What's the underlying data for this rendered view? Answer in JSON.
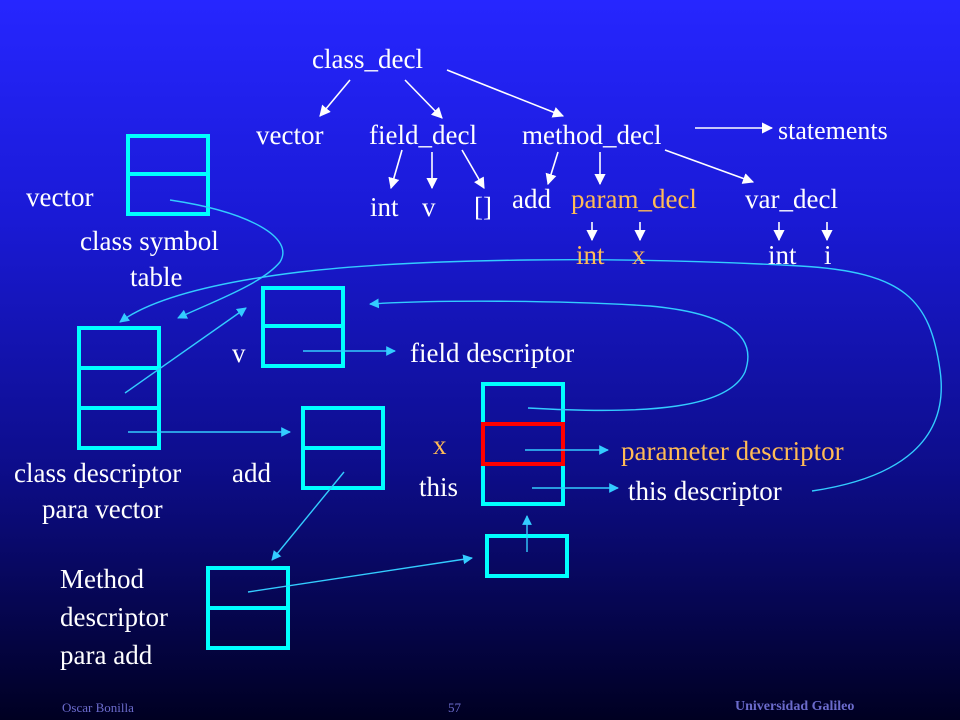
{
  "tree": {
    "class_decl": "class_decl",
    "vector": "vector",
    "field_decl": "field_decl",
    "method_decl": "method_decl",
    "statements": "statements",
    "field_int": "int",
    "field_v": "v",
    "field_brackets": "[]",
    "add": "add",
    "param_decl": "param_decl",
    "var_decl": "var_decl",
    "param_int": "int",
    "param_x": "x",
    "var_int": "int",
    "var_i": "i"
  },
  "labels": {
    "vector": "vector",
    "class_symbol_line1": "class symbol",
    "class_symbol_line2": "table",
    "v": "v",
    "field_descriptor": "field descriptor",
    "class_desc_line1": "class descriptor",
    "class_desc_line2": "para vector",
    "add": "add",
    "x": "x",
    "this": "this",
    "parameter_descriptor": "parameter descriptor",
    "this_descriptor": "this descriptor",
    "method_line1": "Method",
    "method_line2": "descriptor",
    "method_line3": "para add"
  },
  "footer": {
    "author": "Oscar Bonilla",
    "page": "57",
    "institution": "Universidad Galileo"
  },
  "colors": {
    "text": "#ffffff",
    "highlight": "#ffbb55",
    "box": "#00ffff",
    "box_selected": "#ff0000",
    "arrow": "#ffffff",
    "connector": "#33ccff"
  }
}
